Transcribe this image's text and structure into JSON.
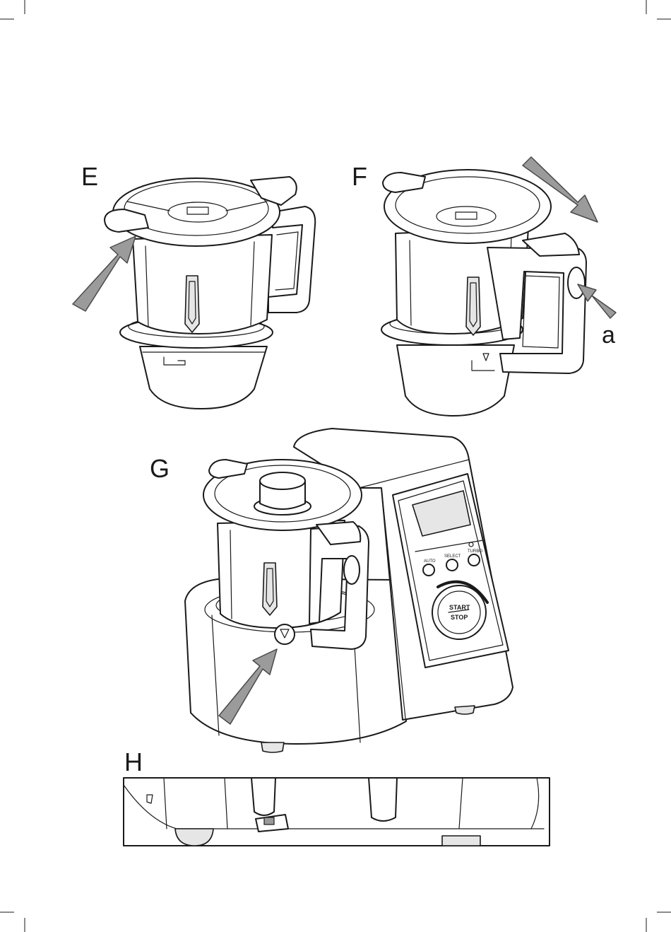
{
  "figures": [
    {
      "id": "E",
      "label": "E"
    },
    {
      "id": "F",
      "label": "F",
      "callout": "a"
    },
    {
      "id": "G",
      "label": "G"
    },
    {
      "id": "H",
      "label": "H"
    }
  ],
  "control_panel": {
    "buttons": [
      "AUTO",
      "SELECT",
      "TURBO"
    ],
    "dial_top": "START",
    "dial_bottom": "STOP"
  },
  "colors": {
    "line": "#1a1a1a",
    "arrow_fill": "#9b9b9b",
    "background": "#ffffff"
  }
}
